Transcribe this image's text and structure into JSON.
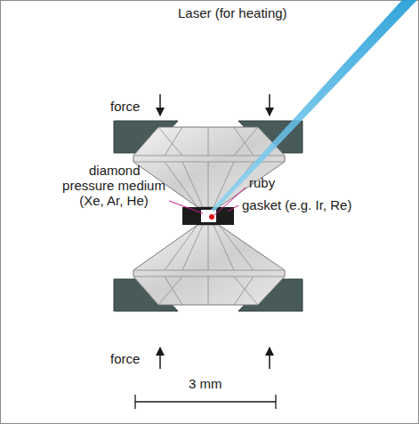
{
  "diagram": {
    "labels": [
      "Laser (for heating)",
      "force",
      "diamond",
      "pressure medium (Xe, Ar, He)",
      "ruby",
      "gasket (e.g. Ir, Re)",
      "force",
      "3 mm"
    ]
  }
}
